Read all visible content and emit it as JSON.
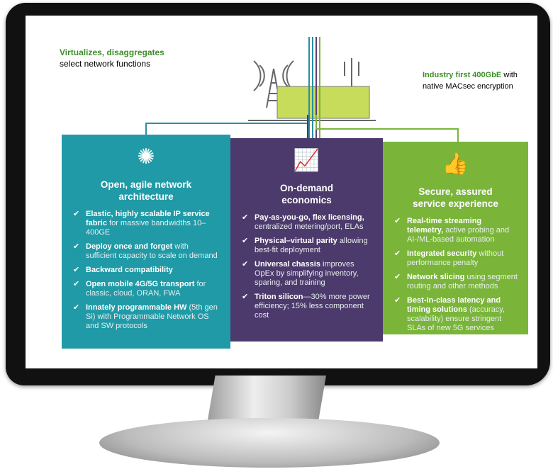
{
  "header": {
    "left_bold": "Virtualizes, disaggregates",
    "left_text": "select network functions",
    "right_bold": "Industry first 400GbE",
    "right_text_1": "with",
    "right_text_2": "native MACsec encryption"
  },
  "panels": [
    {
      "icon": "network-nodes-icon",
      "title_1": "Open, agile network",
      "title_2": "architecture",
      "color": "#1f9aa6",
      "items": [
        {
          "bold": "Elastic, highly scalable IP service fabric",
          "text": " for massive bandwidths 10–400GE"
        },
        {
          "bold": "Deploy once and forget",
          "text": " with sufficient capacity to scale on demand"
        },
        {
          "bold": "Backward compatibility",
          "text": ""
        },
        {
          "bold": "Open mobile 4G/5G transport",
          "text": " for classic, cloud, ORAN, FWA"
        },
        {
          "bold": "Innately programmable HW",
          "text": " (5th gen Si) with Programmable Network OS and SW protocols"
        }
      ]
    },
    {
      "icon": "growth-chart-icon",
      "title_1": "On-demand",
      "title_2": "economics",
      "color": "#4b3a6b",
      "items": [
        {
          "bold": "Pay-as-you-go, flex licensing,",
          "text": " centralized metering/port, ELAs"
        },
        {
          "bold": "Physical–virtual parity",
          "text": " allowing best-fit deployment"
        },
        {
          "bold": "Universal chassis",
          "text": " improves OpEx by simplifying inventory, sparing, and training"
        },
        {
          "bold": "Triton silicon",
          "text": "—30% more power efficiency; 15% less component cost"
        }
      ]
    },
    {
      "icon": "thumbs-up-icon",
      "title_1": "Secure, assured",
      "title_2": "service experience",
      "color": "#7ab53a",
      "items": [
        {
          "bold": "Real-time streaming telemetry,",
          "text": " active probing and AI-/ML-based automation"
        },
        {
          "bold": "Integrated security",
          "text": " without performance penalty"
        },
        {
          "bold": "Network slicing",
          "text": " using segment routing and other methods"
        },
        {
          "bold": "Best-in-class latency and timing solutions",
          "text": " (accuracy, scalability) ensure stringent SLAs of new 5G services"
        }
      ]
    }
  ]
}
